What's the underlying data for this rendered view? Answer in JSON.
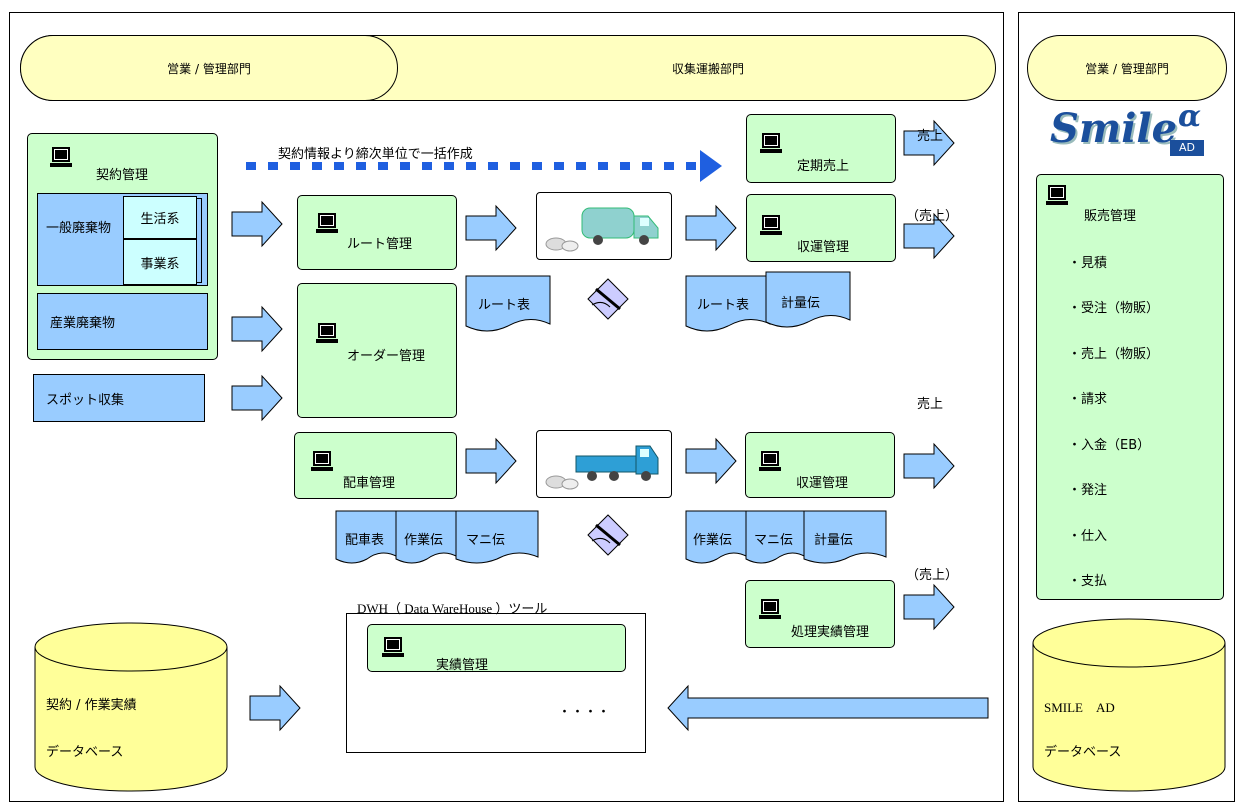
{
  "headers": {
    "sales_mgmt_left": "営業 / 管理部門",
    "collection_transport": "収集運搬部門",
    "sales_mgmt_right": "営業 / 管理部門"
  },
  "left": {
    "contract_mgmt": "契約管理",
    "general_waste": "一般廃棄物",
    "household": "生活系",
    "business": "事業系",
    "industrial_waste": "産業廃棄物",
    "spot_collection": "スポット収集"
  },
  "process": {
    "dotted_arrow_label": "契約情報より締次単位で一括作成",
    "route_mgmt": "ルート管理",
    "order_mgmt": "オーダー管理",
    "dispatch_mgmt": "配車管理",
    "periodic_sales": "定期売上",
    "transport_mgmt_1": "収運管理",
    "transport_mgmt_2": "収運管理",
    "disposal_record_mgmt": "処理実績管理",
    "route_sheet_1": "ルート表",
    "route_sheet_2": "ルート表",
    "weighing_slip_1": "計量伝",
    "dispatch_sheet": "配車表",
    "work_slip_1": "作業伝",
    "manifest_1": "マニ伝",
    "work_slip_2": "作業伝",
    "manifest_2": "マニ伝",
    "weighing_slip_2": "計量伝",
    "sales_1": "売上",
    "sales_2": "（売上）",
    "sales_3": "売上",
    "sales_4": "（売上）"
  },
  "dwh": {
    "title": "DWH（ Data WareHouse ）ツール",
    "record_mgmt": "実績管理",
    "ellipsis": "・・・・"
  },
  "db_left": {
    "line1": "契約 / 作業実績",
    "line2": "データベース"
  },
  "right": {
    "logo_main": "Smile",
    "logo_alpha": "α",
    "logo_sub": "AD",
    "sales_mgmt": "販売管理",
    "items": [
      "・見積",
      "・受注（物販）",
      "・売上（物販）",
      "・請求",
      "・入金（EB）",
      "・発注",
      "・仕入",
      "・支払"
    ],
    "db_line1": "SMILE　AD",
    "db_line2": "データベース"
  },
  "colors": {
    "green": "#ccffcc",
    "yellow": "#ffffc0",
    "blue": "#99ccff",
    "cyan": "#ccffff",
    "dotted_arrow": "#1f5fe0",
    "logo": "#1b4f9c"
  }
}
